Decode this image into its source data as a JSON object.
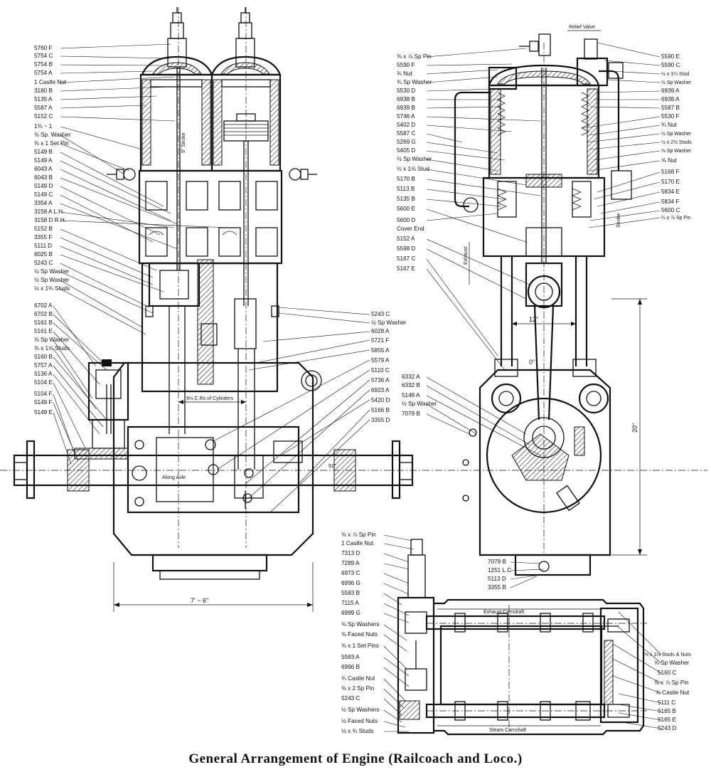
{
  "caption": "General Arrangement of Engine (Railcoach and Loco.)",
  "left_labels": [
    "5760 F",
    "5754 C",
    "5754 B",
    "5754 A",
    "1 Castle Nut",
    "3180 B",
    "5135 A",
    "5587 A",
    "5152 C",
    "1⅜ ~ 1",
    "⅜ Sp. Washer",
    "⅜ x 1 Set Pin",
    "5149 B",
    "5149 A",
    "6043 A",
    "6043 B",
    "5149 D",
    "5149 C",
    "3354 A",
    "3158 A L.H.",
    "3158 D R.H.",
    "5152 B",
    "3355 F",
    "5111 D",
    "6025 B",
    "5243 C",
    "½ Sp Washer",
    "½ Sp Washer",
    "½ x 1¾ Studs",
    "6702 A",
    "6702 B",
    "5161 B",
    "5161 E",
    "⅜ Sp Washer",
    "⅜ x 1⅝ Studs",
    "5160 B",
    "5757 A",
    "5136 A",
    "5104 E",
    "5104 F",
    "5149 F",
    "5149 E"
  ],
  "mid_labels": [
    "5243 C",
    "½ Sp Washer",
    "6028 A",
    "5721 F",
    "5855 A",
    "5579 A",
    "5110 C",
    "5736 A",
    "6923 A",
    "5420 D",
    "5166 B",
    "3355 D"
  ],
  "right_left_labels": [
    "⅜ x ⅞ Sp Pin",
    "5590 F",
    "¾ Nut",
    "¾ Sp Washer",
    "5530 D",
    "6938 B",
    "6939 B",
    "5746 A",
    "5402 D",
    "5587 C",
    "5269 G",
    "5405 D",
    "½ Sp Washer",
    "½ x 1⅝ Stud",
    "5170 B",
    "5113 B",
    "5135 B",
    "5600 E",
    "5600 D",
    "Cover End",
    "5152 A",
    "5598 D",
    "5167 C",
    "5167 E"
  ],
  "right_right_labels": [
    "5590 E",
    "5590 C",
    "½ x 1¼ Stud",
    "½ Sp Washer",
    "6939 A",
    "6938 A",
    "5587 B",
    "5530 F",
    "¾ Nut",
    "½ Sp Washer",
    "½ x 2½ Studs",
    "⅜ Sp Washer",
    "⅝ Nut",
    "5168 F",
    "5170 E",
    "5834 E",
    "5834 F",
    "5600 C",
    "¼ x ⅞ Sp Pin"
  ],
  "crank_labels": [
    "6332 A",
    "6332 B",
    "5148 A",
    "½ Sp Washer",
    "7079 B"
  ],
  "base_labels": [
    "7079 B",
    "1251 L.C",
    "5113 D",
    "3355 B"
  ],
  "bottom_left_labels": [
    "⅜ x ⅞ Sp Pin",
    "1 Castle Nut",
    "7313 D",
    "7289 A",
    "6973 C",
    "6996 G",
    "5583 B",
    "7115 A",
    "6999 G",
    "⅜ Sp Washers",
    "⅜ Faced Nuts",
    "⅜ x 1 Set Pins",
    "5583 A",
    "6996 B",
    "¾ Castle Nut",
    "⅜ x 2 Sp Pin",
    "5243 C",
    "½ Sp Washers",
    "½ Faced Nuts",
    "½ x ¾ Studs"
  ],
  "bottom_right_labels": [
    "⅝ x 1⅛ Studs & Nuts",
    "⅝ Sp Washer",
    "5160 C",
    "⅜ x ⅞ Sp Pin",
    "⅝ Castle Nut",
    "5111 C",
    "5165 B",
    "5165 E",
    "5243 D"
  ],
  "annotations": {
    "relief_valve": "Relief Valve",
    "stroke_left": "9\" Stroke",
    "stroke_right": "Stroke",
    "dim_12": "12\"",
    "dim_width": "7' ~ 6\"",
    "cylinders": "9⅛ C.Rs of Cylinders",
    "center_of_crank": "91\"",
    "along_axis": "Along Axle",
    "exhaust_camshaft": "Exhaust Camshaft",
    "steam_camshaft": "Steam Camshaft",
    "exhaust": "Exhaust",
    "dim_20": "20\"",
    "dim_o": "0\""
  }
}
